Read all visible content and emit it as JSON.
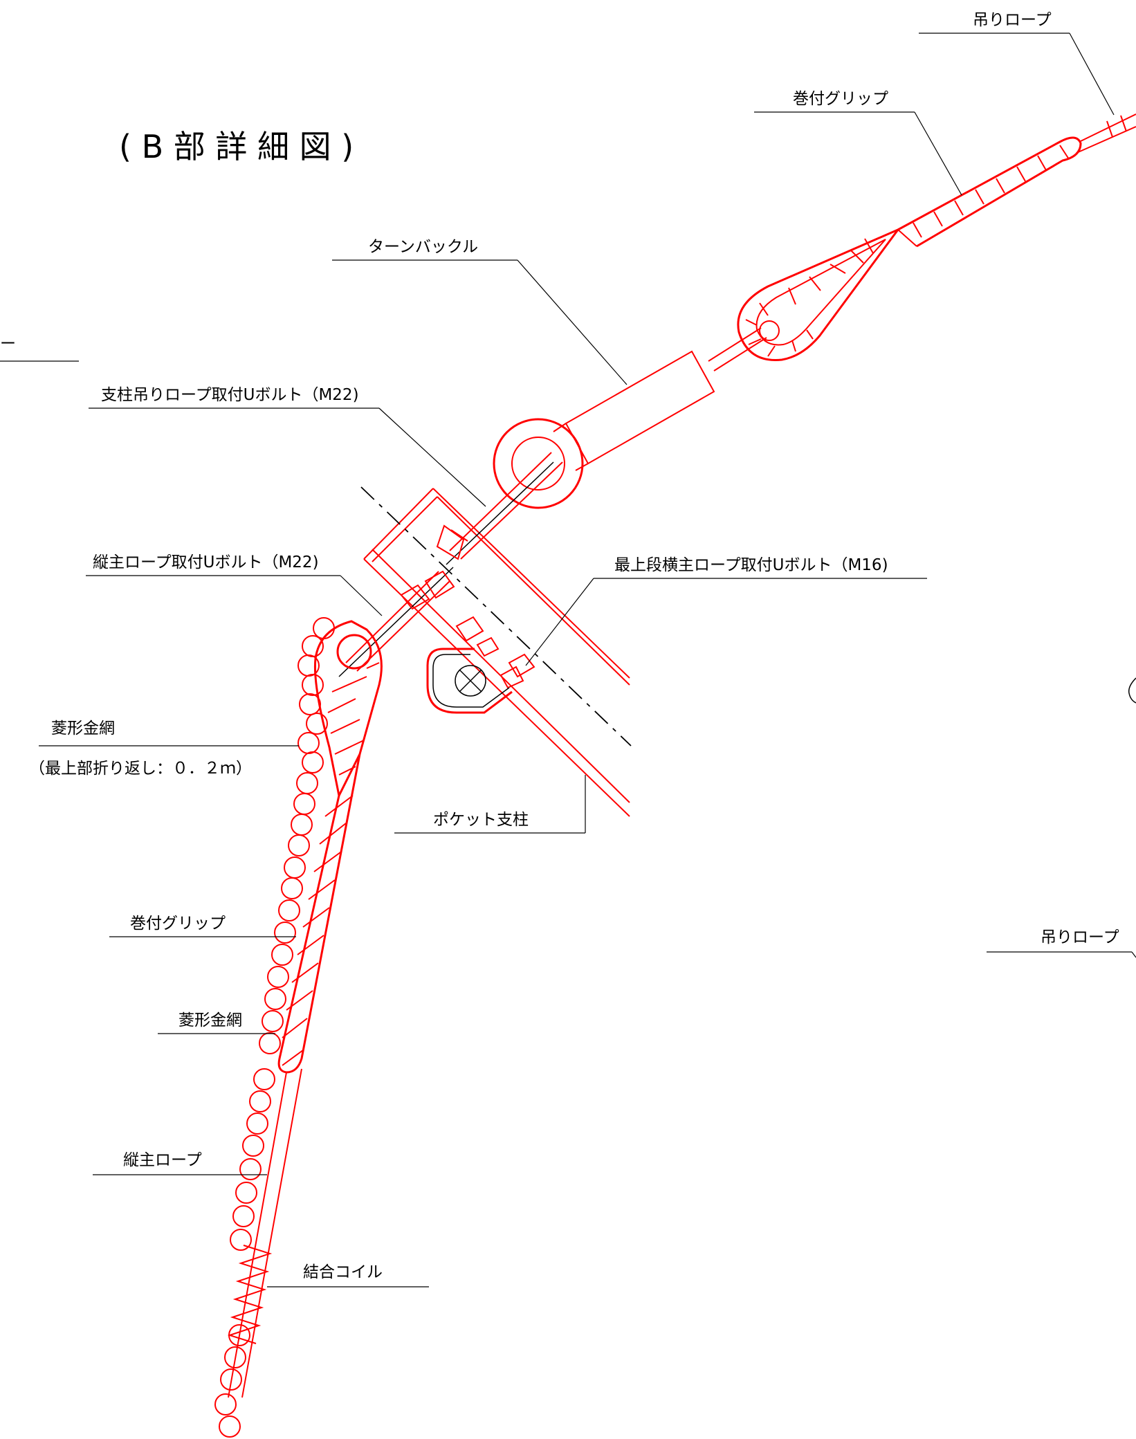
{
  "title": "( B 部 詳 細 図 )",
  "labels": {
    "hanging_rope_top": "吊りロープ",
    "wrap_grip_top": "巻付グリップ",
    "turnbuckle": "ターンバックル",
    "cut_left": "ー",
    "post_hanging_ubolt": "支柱吊りロープ取付Uボルト（M22)",
    "vertical_ubolt": "縦主ロープ取付Uボルト（M22)",
    "top_horizontal_ubolt": "最上段横主ロープ取付Uボルト（M16)",
    "wire_mesh_1": "菱形金網",
    "wire_mesh_fold": "（最上部折り返し：０．２ｍ）",
    "pocket_post": "ポケット支柱",
    "wrap_grip_bottom": "巻付グリップ",
    "wire_mesh_2": "菱形金網",
    "vertical_rope": "縦主ロープ",
    "coupling_coil": "結合コイル",
    "hanging_rope_right": "吊りロープ"
  },
  "colors": {
    "detail": "#ff0000",
    "leader": "#000000",
    "background": "#ffffff"
  }
}
